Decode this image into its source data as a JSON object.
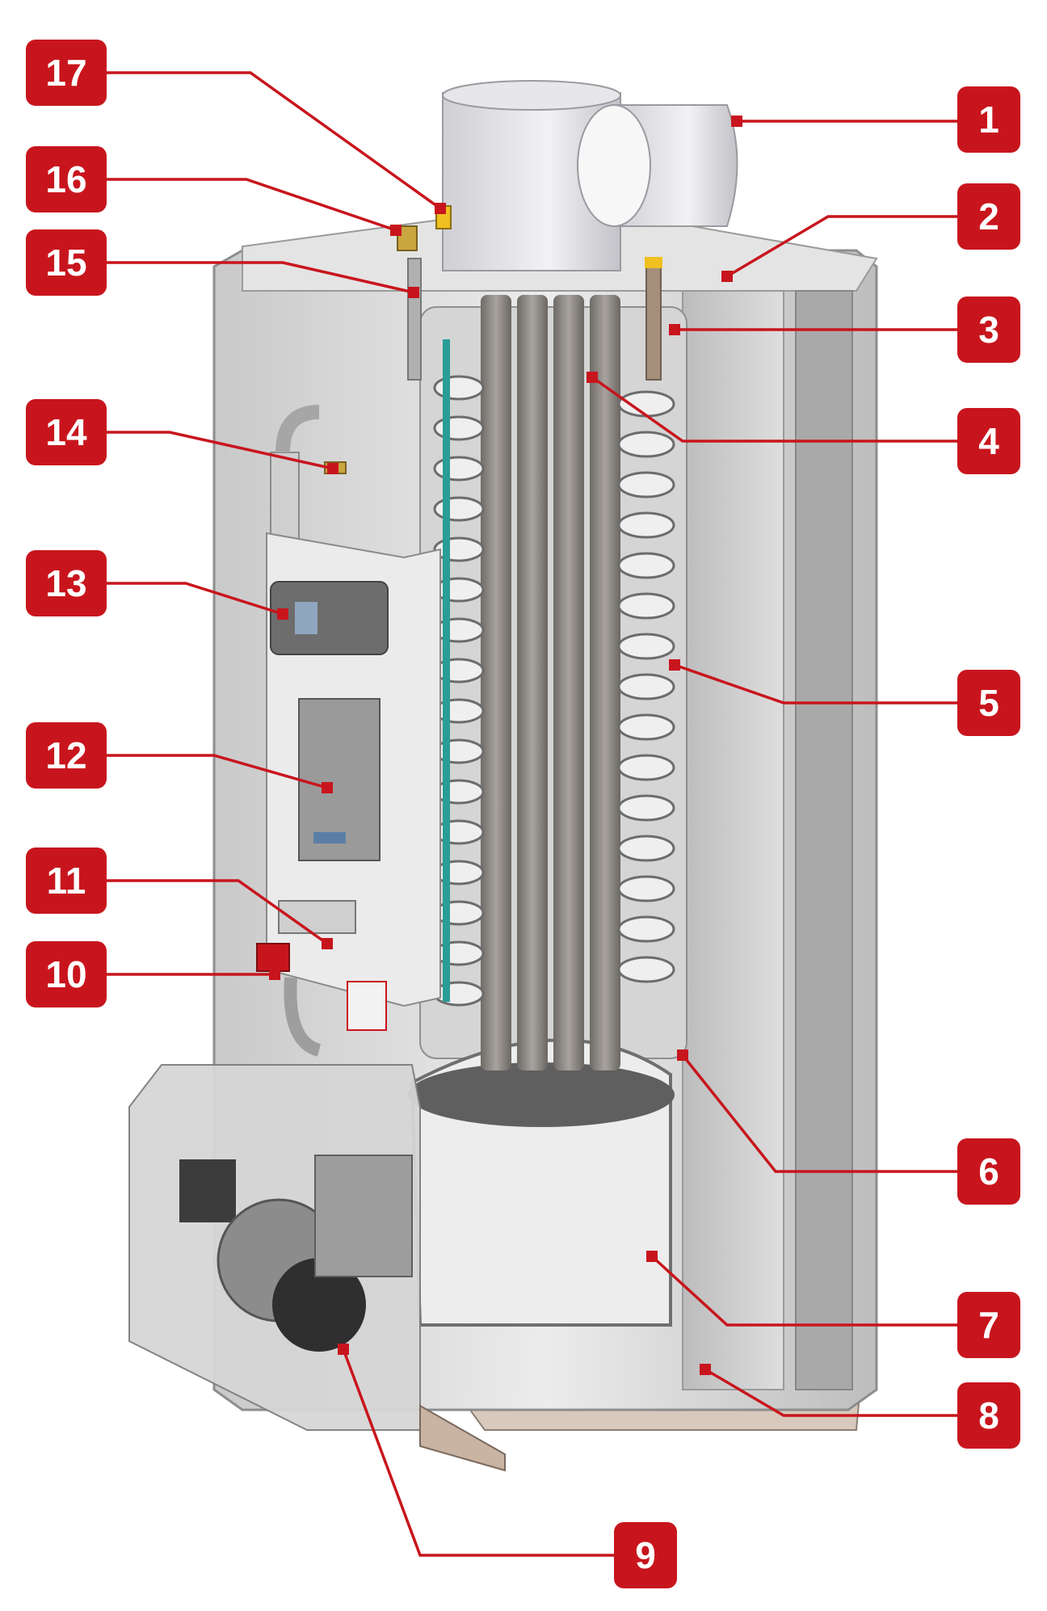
{
  "colors": {
    "callout": "#c8151d",
    "badge_text": "#ffffff",
    "shell": "#d9d9d9",
    "tube": "#8f8a85",
    "coil": "#e6e6e6",
    "teal_pipe": "#2a9d96"
  },
  "callouts": [
    {
      "id": "1",
      "label": "1"
    },
    {
      "id": "2",
      "label": "2"
    },
    {
      "id": "3",
      "label": "3"
    },
    {
      "id": "4",
      "label": "4"
    },
    {
      "id": "5",
      "label": "5"
    },
    {
      "id": "6",
      "label": "6"
    },
    {
      "id": "7",
      "label": "7"
    },
    {
      "id": "8",
      "label": "8"
    },
    {
      "id": "9",
      "label": "9"
    },
    {
      "id": "10",
      "label": "10"
    },
    {
      "id": "11",
      "label": "11"
    },
    {
      "id": "12",
      "label": "12"
    },
    {
      "id": "13",
      "label": "13"
    },
    {
      "id": "14",
      "label": "14"
    },
    {
      "id": "15",
      "label": "15"
    },
    {
      "id": "16",
      "label": "16"
    },
    {
      "id": "17",
      "label": "17"
    }
  ]
}
